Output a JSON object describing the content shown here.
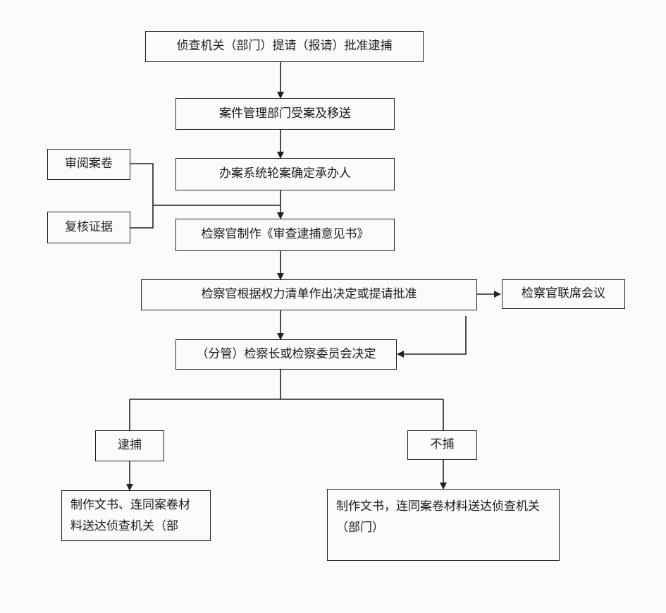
{
  "nodes": {
    "n1": "侦查机关（部门）提请（报请）批准逮捕",
    "n2": "案件管理部门受案及移送",
    "n3": "办案系统轮案确定承办人",
    "n4": "检察官制作《审查逮捕意见书》",
    "n5": "检察官根据权力清单作出决定或提请批准",
    "n6": "检察官联席会议",
    "n7": "（分管）检察长或检察委员会决定",
    "side1": "审阅案卷",
    "side2": "复核证据",
    "arrest": "逮捕",
    "noarrest": "不捕",
    "out_arrest": "制作文书、连同案卷材料送达侦查机关（部",
    "out_noarrest": "制作文书，连同案卷材料送达侦查机关（部门）"
  },
  "colors": {
    "line": "#222222",
    "background": "#fbfcfa"
  }
}
